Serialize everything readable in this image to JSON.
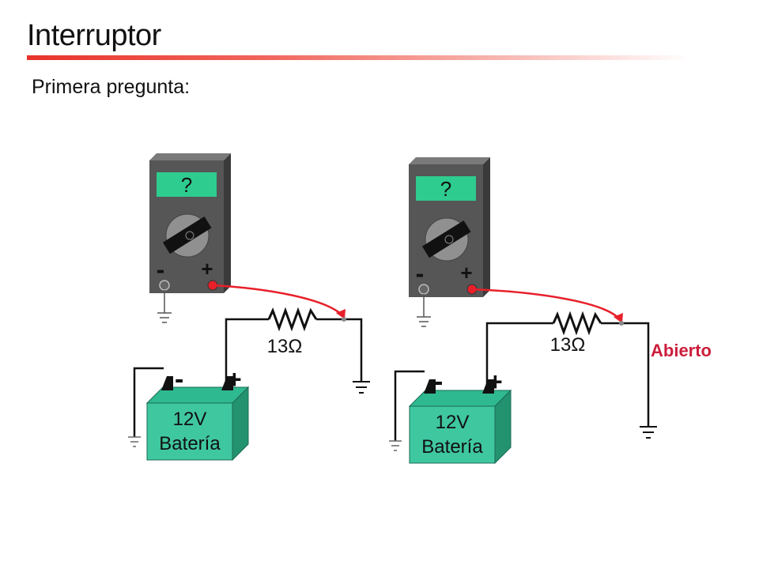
{
  "slide": {
    "title": "Interruptor",
    "subtitle": "Primera pregunta:"
  },
  "circuits": [
    {
      "meter_display": "?",
      "meter_minus": "-",
      "meter_plus": "+",
      "resistor_label": "13Ω",
      "battery_voltage": "12V",
      "battery_name": "Batería",
      "battery_minus": "-",
      "battery_plus": "+",
      "switch_state": ""
    },
    {
      "meter_display": "?",
      "meter_minus": "-",
      "meter_plus": "+",
      "resistor_label": "13Ω",
      "battery_voltage": "12V",
      "battery_name": "Batería",
      "battery_minus": "-",
      "battery_plus": "+",
      "switch_state": "Abierto"
    }
  ],
  "colors": {
    "meter_body": "#555555",
    "meter_display": "#2ecc8e",
    "battery": "#3fc7a0",
    "probe_red": "#e8202a",
    "switch_label": "#cc1e3c"
  }
}
